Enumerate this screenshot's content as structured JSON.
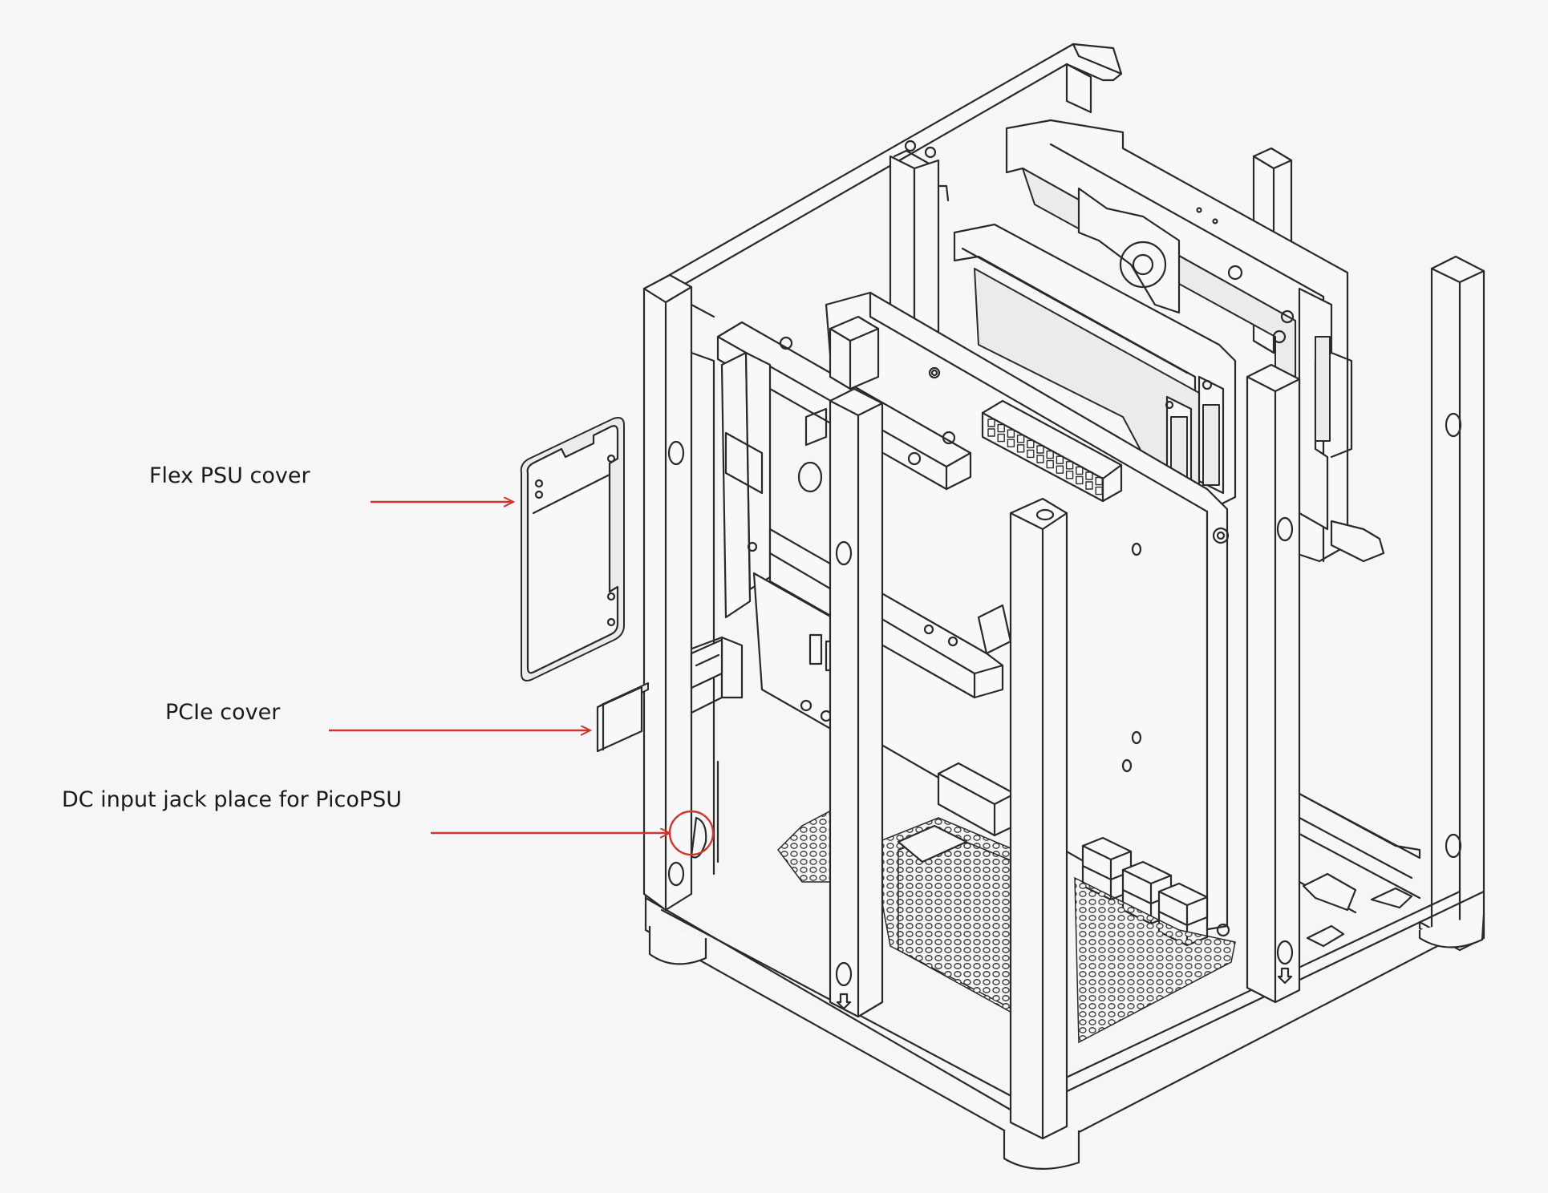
{
  "labels": {
    "flex_psu_cover": "Flex PSU cover",
    "pcie_cover": "PCIe cover",
    "dc_input_jack": "DC input jack place for PicoPSU"
  },
  "colors": {
    "background": "#f6f6f6",
    "line": "#2a2a2a",
    "callout": "#d0352b"
  }
}
